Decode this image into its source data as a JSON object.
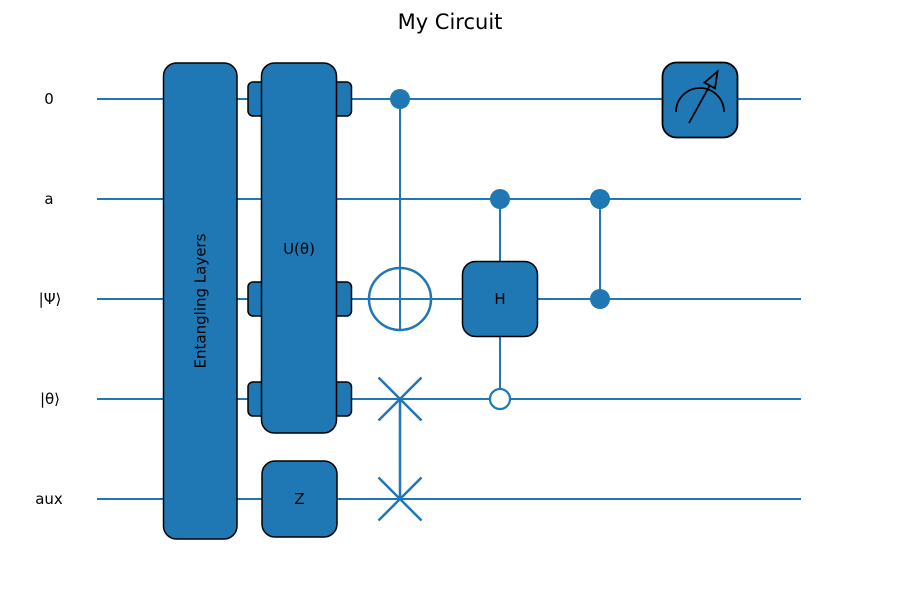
{
  "title": "My Circuit",
  "colors": {
    "primary": "#1f77b4",
    "outline": "#000000",
    "background": "#ffffff",
    "text": "#000000"
  },
  "wires": [
    {
      "label": "0"
    },
    {
      "label": "a"
    },
    {
      "label": "|Ψ⟩"
    },
    {
      "label": "|θ⟩"
    },
    {
      "label": "aux"
    }
  ],
  "gates": {
    "entangling_layers": {
      "label": "Entangling Layers",
      "type": "multi-qubit-box",
      "wires": [
        "0",
        "a",
        "|Ψ⟩",
        "|θ⟩",
        "aux"
      ]
    },
    "u_theta": {
      "label": "U(θ)",
      "type": "multi-qubit-box-with-notches",
      "wires": [
        "0",
        "|Ψ⟩",
        "|θ⟩"
      ]
    },
    "z": {
      "label": "Z",
      "type": "single-qubit-box",
      "wires": [
        "aux"
      ]
    },
    "cnot": {
      "type": "cnot",
      "control_wire": "0",
      "target_wire": "|Ψ⟩"
    },
    "swap": {
      "type": "swap",
      "wires": [
        "|θ⟩",
        "aux"
      ]
    },
    "controlled_h": {
      "label": "H",
      "type": "controlled-box",
      "filled_control_wire": "a",
      "open_control_wire": "|θ⟩",
      "target_wire": "|Ψ⟩"
    },
    "cz": {
      "type": "cz",
      "wires": [
        "a",
        "|Ψ⟩"
      ]
    },
    "measurement": {
      "type": "measure",
      "wire": "0",
      "icon": "measurement-gauge-icon"
    }
  }
}
